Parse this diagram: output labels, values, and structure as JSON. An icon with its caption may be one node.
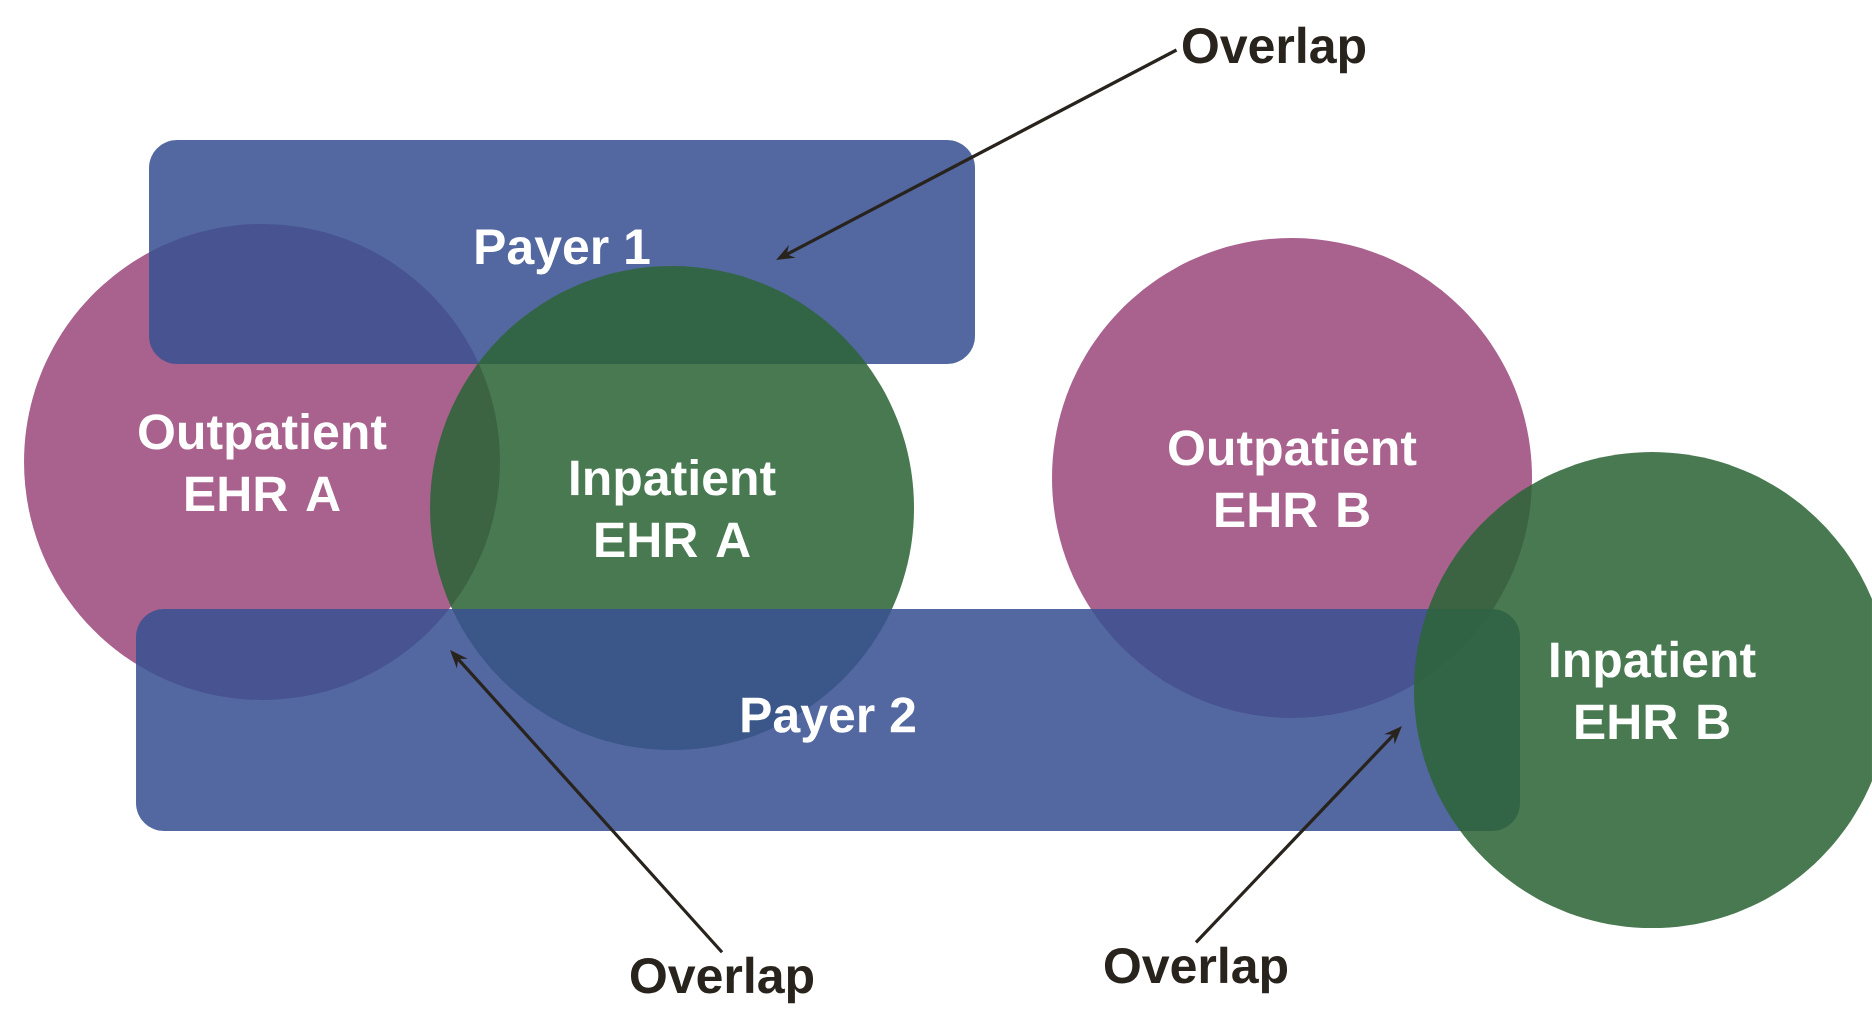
{
  "diagram": {
    "nodes": [
      {
        "text": [
          "Payer 1"
        ]
      },
      {
        "text": [
          "Outpatient EHR A"
        ]
      },
      {
        "text": [
          "Inpatient EHR A"
        ]
      },
      {
        "text": [
          "Outpatient EHR B"
        ]
      },
      {
        "text": [
          "Inpatient EHR B"
        ]
      },
      {
        "text": [
          "Payer 2"
        ]
      },
      {
        "text": [
          "Overlap"
        ]
      },
      {
        "text": [
          "Overlap"
        ]
      },
      {
        "text": [
          "Overlap"
        ]
      }
    ],
    "edges": [
      {
        "from": 6,
        "to": 0,
        "arrow": "to"
      },
      {
        "from": 7,
        "to": 5,
        "arrow": "to"
      },
      {
        "from": 8,
        "to": 5,
        "arrow": "to"
      }
    ]
  }
}
